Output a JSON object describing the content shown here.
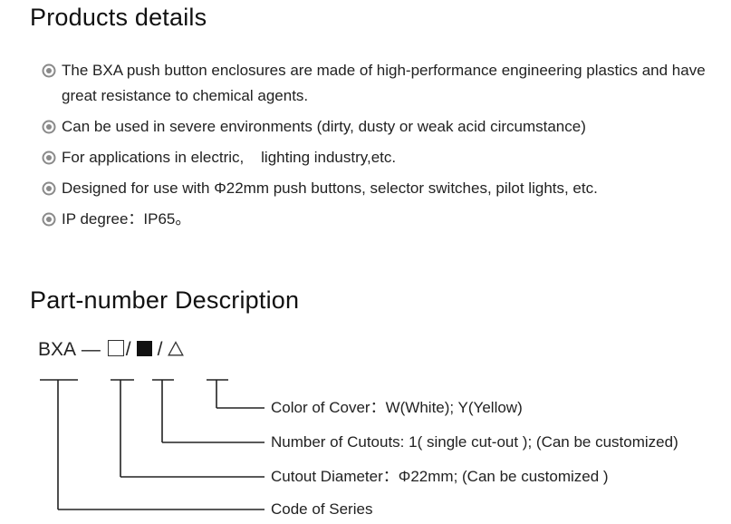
{
  "products": {
    "title": "Products details",
    "items": [
      "The BXA push button enclosures are made of high-performance engineering plastics and have great resistance to chemical agents.",
      "Can be used in severe environments (dirty, dusty or weak acid circumstance)",
      "For applications in electric,    lighting industry,etc.",
      "Designed for use with Φ22mm push buttons, selector switches, pilot lights, etc.",
      "IP degree：IP65。"
    ]
  },
  "part_number": {
    "title": "Part-number Description",
    "code_prefix": "BXA",
    "code_dash": "—",
    "code_slash": "/",
    "descriptions": {
      "color_of_cover": "Color of Cover：W(White); Y(Yellow)",
      "number_of_cutouts": "Number of Cutouts: 1( single cut-out ); (Can be customized)",
      "cutout_diameter": "Cutout Diameter：Φ22mm; (Can be customized )",
      "code_of_series": "Code of Series"
    }
  },
  "colors": {
    "text": "#222222",
    "bullet": "#8a8a8a"
  }
}
